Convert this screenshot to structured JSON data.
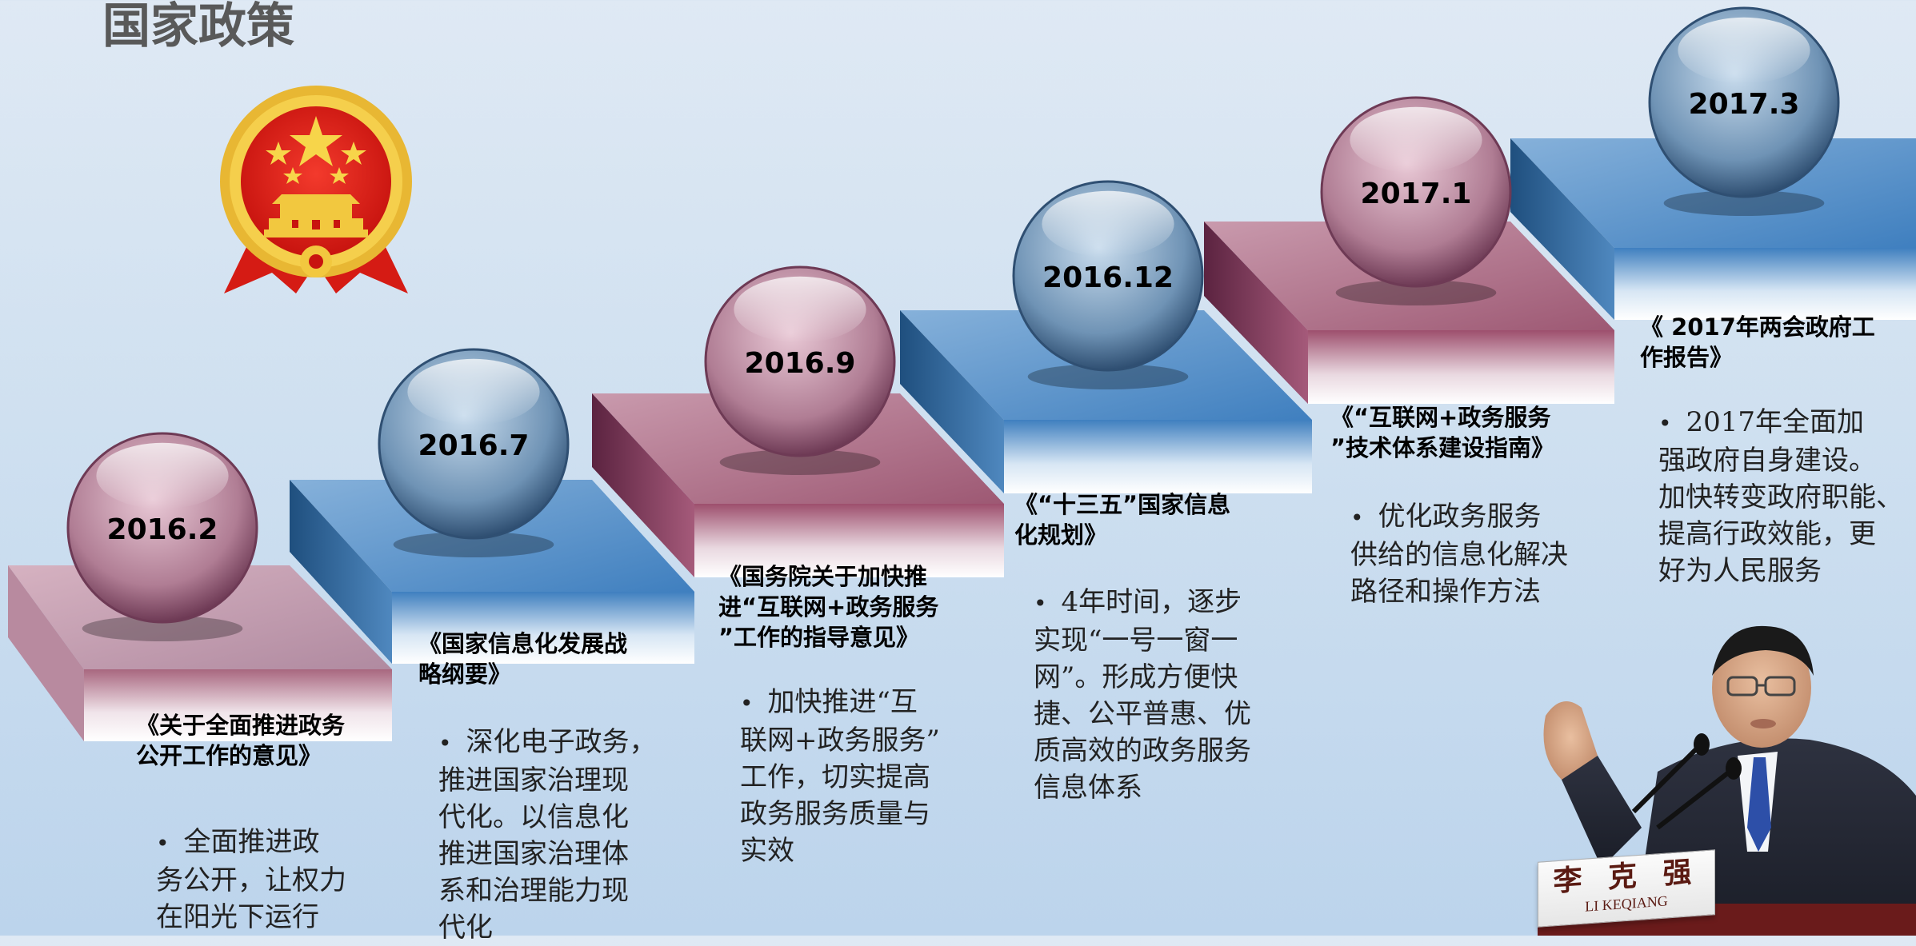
{
  "page": {
    "title": "国家政策"
  },
  "colors": {
    "pink_step": "#a05673",
    "blue_step": "#4f88bf",
    "title_gray": "#595959"
  },
  "timeline": [
    {
      "date": "2016.2",
      "sphere": "pink",
      "doc": [
        "《关于全面推进政务",
        "公开工作的意见》"
      ],
      "bullet": [
        "全面推进政",
        "务公开，让权力",
        "在阳光下运行"
      ]
    },
    {
      "date": "2016.7",
      "sphere": "blue",
      "doc": [
        "《国家信息化发展战",
        "略纲要》"
      ],
      "bullet": [
        "深化电子政务，",
        "推进国家治理现",
        "代化。以信息化",
        "推进国家治理体",
        "系和治理能力现",
        "代化"
      ]
    },
    {
      "date": "2016.9",
      "sphere": "pink",
      "doc": [
        "《国务院关于加快推",
        "进“互联网+政务服务",
        "”工作的指导意见》"
      ],
      "bullet": [
        "加快推进“互",
        "联网+政务服务”",
        "工作，切实提高",
        "政务服务质量与",
        "实效"
      ]
    },
    {
      "date": "2016.12",
      "sphere": "blue",
      "doc": [
        "《“十三五”国家信息",
        "化规划》"
      ],
      "bullet": [
        "4年时间，逐步",
        "实现“一号一窗一",
        "网”。形成方便快",
        "捷、公平普惠、优",
        "质高效的政务服务",
        "信息体系"
      ]
    },
    {
      "date": "2017.1",
      "sphere": "pink",
      "doc": [
        "《“互联网+政务服务",
        "”技术体系建设指南》"
      ],
      "bullet": [
        "优化政务服务",
        "供给的信息化解决",
        "路径和操作方法"
      ]
    },
    {
      "date": "2017.3",
      "sphere": "blue",
      "doc": [
        "《 2017年两会政府工",
        "作报告》"
      ],
      "bullet": [
        "2017年全面加",
        "强政府自身建设。",
        "加快转变政府职能、",
        "提高行政效能，更",
        "好为人民服务"
      ]
    }
  ],
  "nameplate": {
    "cn": "李 克 强",
    "en": "LI KEQIANG"
  }
}
